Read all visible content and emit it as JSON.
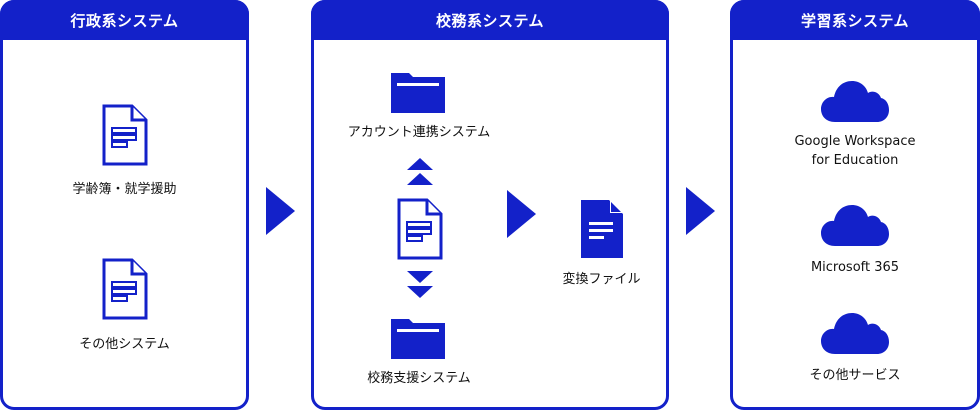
{
  "colors": {
    "accent": "#1321c9",
    "text": "#111111",
    "background": "#ffffff"
  },
  "panels": [
    {
      "title": "行政系システム",
      "items": [
        {
          "icon": "document-outline-icon",
          "label": "学齢簿・就学援助"
        },
        {
          "icon": "document-outline-icon",
          "label": "その他システム"
        }
      ]
    },
    {
      "title": "校務系システム",
      "items": [
        {
          "icon": "folder-icon",
          "label": "アカウント連携システム"
        },
        {
          "icon": "document-outline-icon",
          "label": ""
        },
        {
          "icon": "folder-icon",
          "label": "校務支援システム"
        },
        {
          "icon": "document-filled-icon",
          "label": "変換ファイル"
        }
      ]
    },
    {
      "title": "学習系システム",
      "items": [
        {
          "icon": "cloud-icon",
          "label": "Google Workspace\nfor Education",
          "line1": "Google Workspace",
          "line2": "for Education"
        },
        {
          "icon": "cloud-icon",
          "label": "Microsoft 365"
        },
        {
          "icon": "cloud-icon",
          "label": "その他サービス"
        }
      ]
    }
  ],
  "connectors": [
    {
      "type": "arrow-right",
      "from": "行政系システム",
      "to": "校務系システム"
    },
    {
      "type": "arrow-right",
      "from": "校務系システム document",
      "to": "変換ファイル"
    },
    {
      "type": "arrow-right",
      "from": "校務系システム",
      "to": "学習系システム"
    },
    {
      "type": "double-arrow-up",
      "to": "アカウント連携システム"
    },
    {
      "type": "double-arrow-down",
      "to": "校務支援システム"
    }
  ]
}
